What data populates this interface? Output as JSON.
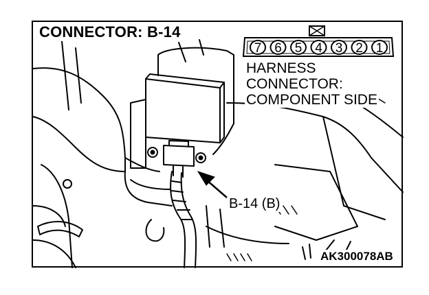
{
  "diagram": {
    "title": "CONNECTOR: B-14",
    "connector_label": {
      "line1": "HARNESS",
      "line2": "CONNECTOR:",
      "line3": "COMPONENT SIDE"
    },
    "pins": [
      "7",
      "6",
      "5",
      "4",
      "3",
      "2",
      "1"
    ],
    "callout": "B-14 (B)",
    "figure_code": "AK300078AB"
  }
}
